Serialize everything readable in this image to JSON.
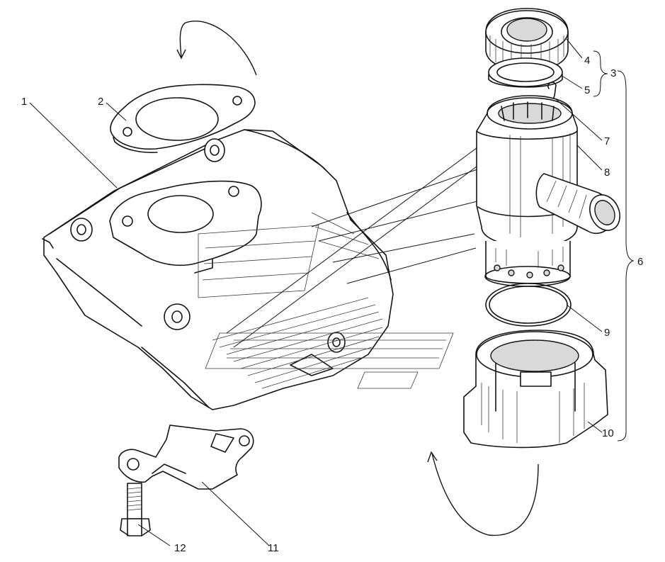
{
  "callouts": {
    "c1": "1",
    "c2": "2",
    "c3": "3",
    "c4": "4",
    "c5": "5",
    "c6": "6",
    "c7": "7",
    "c8": "8",
    "c9": "9",
    "c10": "10",
    "c11": "11",
    "c12": "12"
  },
  "colors": {
    "ink": "#141414",
    "paper": "#ffffff"
  }
}
